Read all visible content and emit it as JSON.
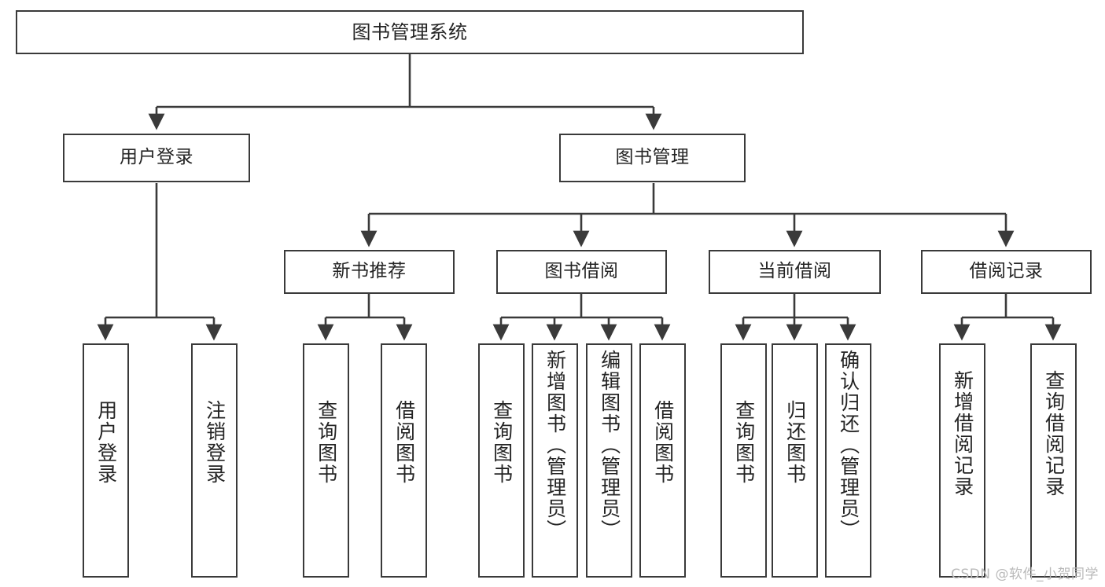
{
  "diagram": {
    "title": "图书管理系统",
    "type": "tree-hierarchy-chart",
    "colors": {
      "box_border": "#3a3a3a",
      "box_fill": "#ffffff",
      "connector": "#3a3a3a",
      "text": "#242424",
      "watermark": "#b9b9b9",
      "background": "#ffffff"
    },
    "root": {
      "id": "root",
      "label": "图书管理系统"
    },
    "level2": [
      {
        "id": "user-login",
        "label": "用户登录"
      },
      {
        "id": "book-manage",
        "label": "图书管理"
      }
    ],
    "level3": [
      {
        "id": "new-book-rec",
        "label": "新书推荐"
      },
      {
        "id": "book-borrow",
        "label": "图书借阅"
      },
      {
        "id": "current-borrow",
        "label": "当前借阅"
      },
      {
        "id": "borrow-record",
        "label": "借阅记录"
      }
    ],
    "leaves": {
      "user_login": [
        {
          "id": "leaf-user-login",
          "label": "用户登录"
        },
        {
          "id": "leaf-logout-login",
          "label": "注销登录"
        }
      ],
      "new_book_rec": [
        {
          "id": "leaf-query-book-1",
          "label": "查询图书"
        },
        {
          "id": "leaf-borrow-book-1",
          "label": "借阅图书"
        }
      ],
      "book_borrow": [
        {
          "id": "leaf-query-book-2",
          "label": "查询图书"
        },
        {
          "id": "leaf-add-book",
          "label": "新增图书（管理员）"
        },
        {
          "id": "leaf-edit-book",
          "label": "编辑图书（管理员）"
        },
        {
          "id": "leaf-borrow-book-2",
          "label": "借阅图书"
        }
      ],
      "current_borrow": [
        {
          "id": "leaf-query-book-3",
          "label": "查询图书"
        },
        {
          "id": "leaf-return-book",
          "label": "归还图书"
        },
        {
          "id": "leaf-confirm-return",
          "label": "确认归还（管理员）"
        }
      ],
      "borrow_record": [
        {
          "id": "leaf-add-record",
          "label": "新增借阅记录"
        },
        {
          "id": "leaf-query-record",
          "label": "查询借阅记录"
        }
      ]
    }
  },
  "watermark": {
    "text": "CSDN @软件_小贺同学"
  }
}
